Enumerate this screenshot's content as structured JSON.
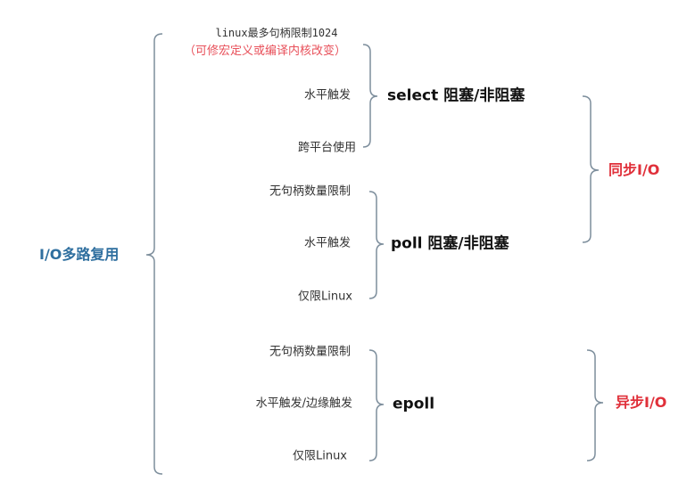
{
  "root": {
    "label": "I/O多路复用"
  },
  "methods": [
    {
      "name": "select 阻塞/非阻塞",
      "features": [
        "linux最多句柄限制1024",
        "（可修宏定义或编译内核改变）",
        "水平触发",
        "跨平台使用"
      ]
    },
    {
      "name": "poll 阻塞/非阻塞",
      "features": [
        "无句柄数量限制",
        "水平触发",
        "仅限Linux"
      ]
    },
    {
      "name": "epoll",
      "features": [
        "无句柄数量限制",
        "水平触发/边缘触发",
        "仅限Linux"
      ]
    }
  ],
  "categories": [
    {
      "label": "同步I/O"
    },
    {
      "label": "异步I/O"
    }
  ],
  "colors": {
    "root": "#2f6f9f",
    "category": "#e0303a",
    "note": "#e8505a",
    "brace": "#7d8e9c"
  }
}
